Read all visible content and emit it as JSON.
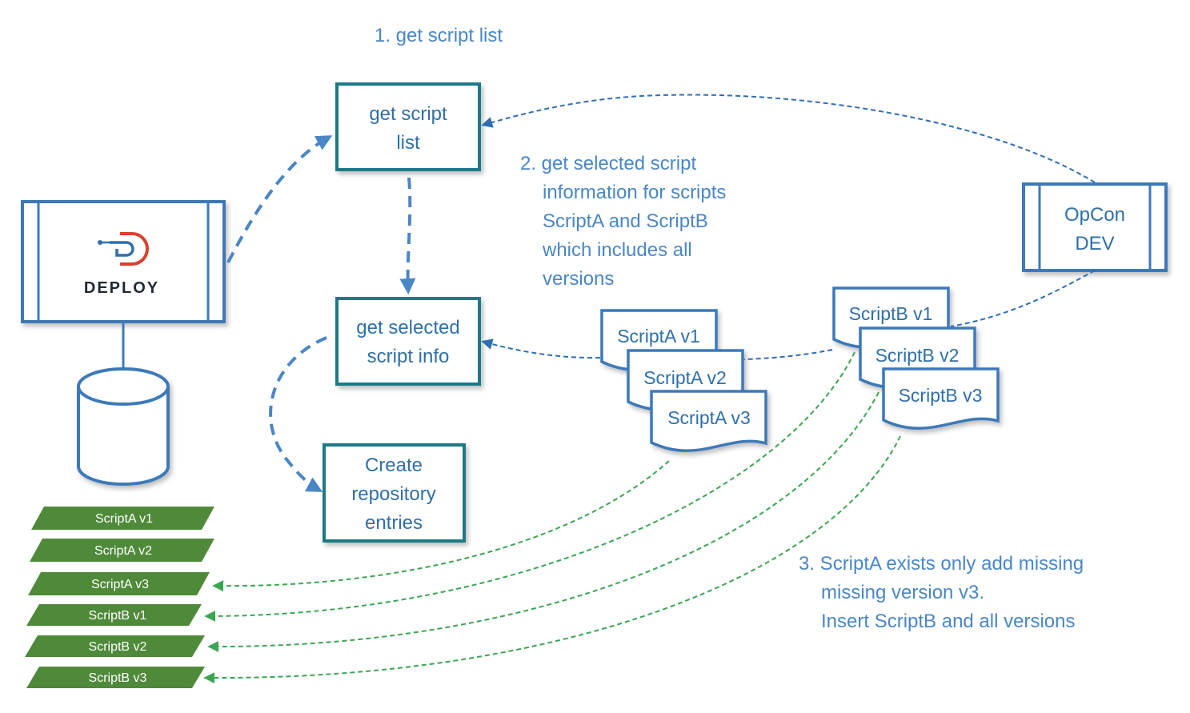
{
  "steps": {
    "step1": "1. get script list",
    "step2": [
      "2. get selected script",
      "information for scripts",
      "ScriptA and ScriptB",
      "which includes all",
      "versions"
    ],
    "step3": [
      "3. ScriptA exists only add missing",
      "missing version v3.",
      "Insert ScriptB and all versions"
    ]
  },
  "boxes": {
    "get_list": [
      "get script",
      "list"
    ],
    "get_info": [
      "get selected",
      "script info"
    ],
    "create": [
      "Create",
      "repository",
      "entries"
    ]
  },
  "systems": {
    "deploy": "DEPLOY",
    "opcon": [
      "OpCon",
      "DEV"
    ]
  },
  "docs": {
    "scriptA": [
      "ScriptA v1",
      "ScriptA v2",
      "ScriptA v3"
    ],
    "scriptB": [
      "ScriptB v1",
      "ScriptB v2",
      "ScriptB v3"
    ]
  },
  "repo_entries": [
    "ScriptA v1",
    "ScriptA v2",
    "ScriptA v3",
    "ScriptB v1",
    "ScriptB v2",
    "ScriptB v3"
  ],
  "colors": {
    "label": "#4a86c5",
    "box_border": "#1c7a86",
    "system_border": "#3d79b8",
    "flow_arrow": "#4a86c5",
    "data_arrow": "#2e6db4",
    "insert_arrow": "#3aa552",
    "repo_entry": "#4f8a3a",
    "logo_red": "#d9412e",
    "logo_blue": "#2f6fa8"
  }
}
